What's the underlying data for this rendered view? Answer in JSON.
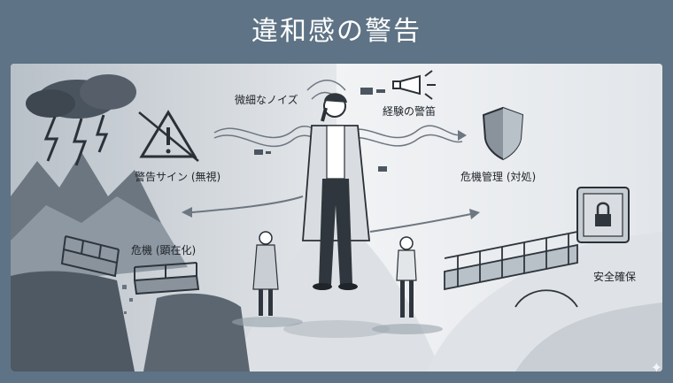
{
  "title": "違和感の警告",
  "labels": {
    "warning_signs": "警告サイン (無視)",
    "subtle_noise": "微細なノイズ",
    "experience_alarm": "経験の警笛",
    "crisis_management": "危機管理 (対処)",
    "crisis_manifest": "危機 (顕在化)",
    "safety_secured": "安全確保"
  },
  "icons": {
    "storm": "storm-cloud-icon",
    "warning": "warning-triangle-icon",
    "horn": "horn-icon",
    "shield": "shield-icon",
    "safe": "padlock-safe-icon"
  }
}
